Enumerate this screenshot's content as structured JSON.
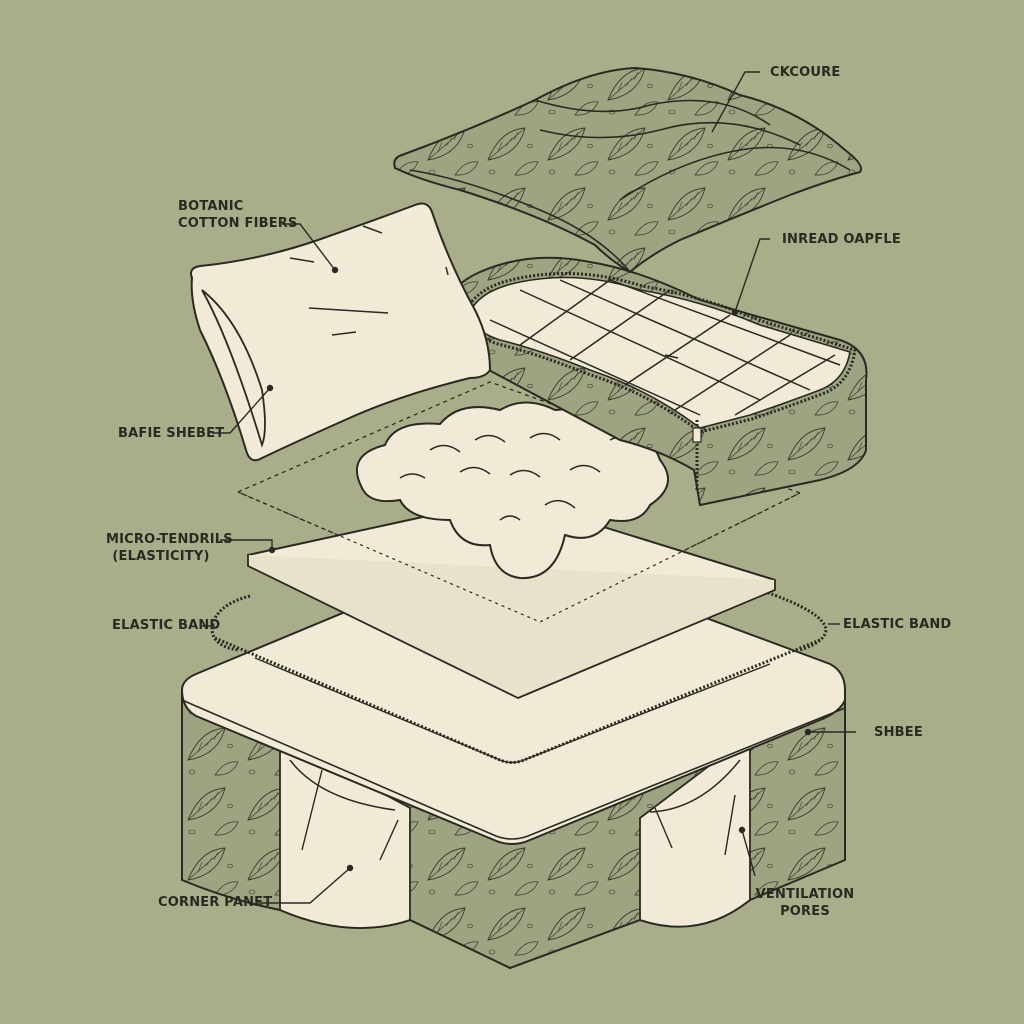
{
  "diagram": {
    "subject": "Exploded isometric view of layered bedding / mattress with botanical leaf-pattern fabric",
    "colors": {
      "background": "#a9ad8a",
      "cream": "#f0ead6",
      "leaf_fabric": "#9ea382",
      "ink": "#2a2a22"
    },
    "labels": [
      {
        "id": "enclosure",
        "text": "CKCOURE"
      },
      {
        "id": "botanic",
        "line1": "BOTANIC",
        "line2": "COTTON FIBERS"
      },
      {
        "id": "inread",
        "text": "INREAD OAPFLE"
      },
      {
        "id": "base-sheet",
        "text": "BAFIE SHEBET"
      },
      {
        "id": "micro",
        "line1": "MICRO-TENDRILS",
        "line2": "(ELASTICITY)"
      },
      {
        "id": "elastic-left",
        "text": "ELASTIC BAND"
      },
      {
        "id": "elastic-right",
        "text": "ELASTIC BAND"
      },
      {
        "id": "sheet",
        "text": "SHBEE"
      },
      {
        "id": "corner",
        "text": "CORNER PANET"
      },
      {
        "id": "ventilation",
        "line1": "VENTILATION",
        "line2": "PORES"
      }
    ],
    "components": [
      "leaf-pattern pillow (top)",
      "cream pillow (left)",
      "quilted grid pad with zipper",
      "cloud fiber fill",
      "dashed outline layer",
      "thin cream sheet",
      "elastic band loop",
      "fitted mattress base with leaf side panels and corner panels"
    ]
  }
}
